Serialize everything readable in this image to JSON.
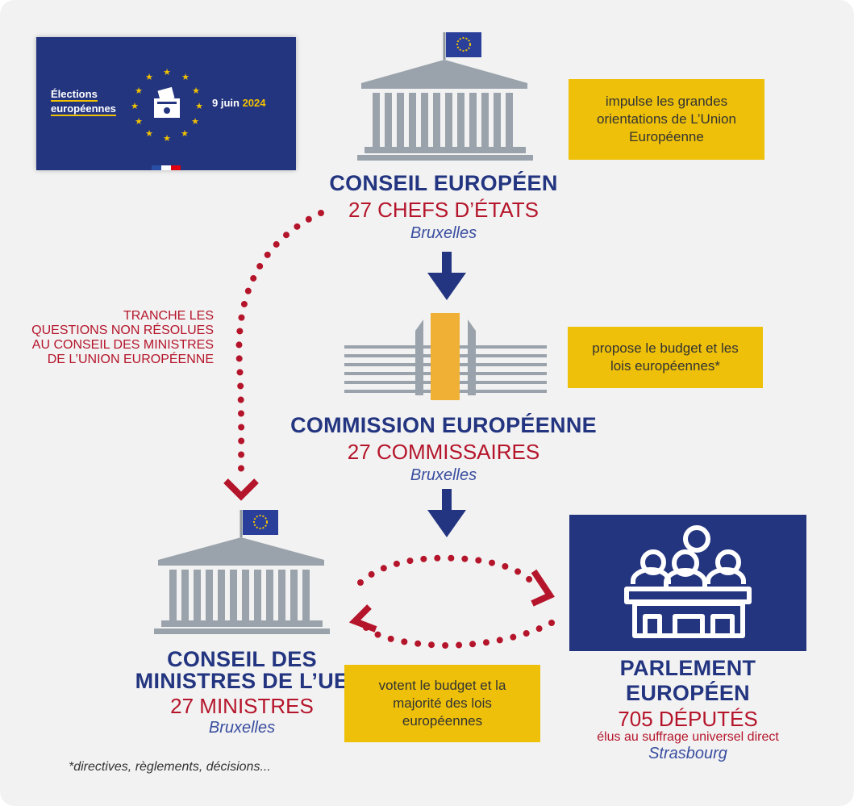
{
  "badge": {
    "title_line1": "Élections",
    "title_line2": "européennes",
    "date_day": "9 juin",
    "date_year": "2024"
  },
  "conseil_europeen": {
    "title": "CONSEIL EUROPÉEN",
    "count": "27 CHEFS D’ÉTATS",
    "city": "Bruxelles",
    "role": "impulse les grandes orientations de L’Union Européenne"
  },
  "commission": {
    "title": "COMMISSION EUROPÉENNE",
    "count": "27 COMMISSAIRES",
    "city": "Bruxelles",
    "role": "propose le budget et les lois européennes*"
  },
  "conseil_ministres": {
    "title_line1": "CONSEIL DES",
    "title_line2": "MINISTRES DE L’UE",
    "count": "27 MINISTRES",
    "city": "Bruxelles"
  },
  "parlement": {
    "title": "PARLEMENT EUROPÉEN",
    "count": "705 DÉPUTÉS",
    "subtitle": "élus au suffrage universel direct",
    "city": "Strasbourg"
  },
  "side_note": {
    "line1": "TRANCHE LES",
    "line2": "QUESTIONS NON RÉSOLUES",
    "line3": "AU CONSEIL DES MINISTRES",
    "line4": "DE L’UNION EUROPÉENNE"
  },
  "joint_role": "votent le budget et la majorité des lois européennes",
  "footnote": "*directives, règlements, décisions...",
  "colors": {
    "navy": "#233580",
    "red": "#b5152b",
    "yellow": "#eec00a",
    "grey": "#9aa3ab",
    "background": "#f2f2f2"
  },
  "icons": [
    "eu-flag-icon",
    "building-icon",
    "commission-building-icon",
    "ballot-box-icon",
    "parliament-icon",
    "french-flag-icon"
  ]
}
